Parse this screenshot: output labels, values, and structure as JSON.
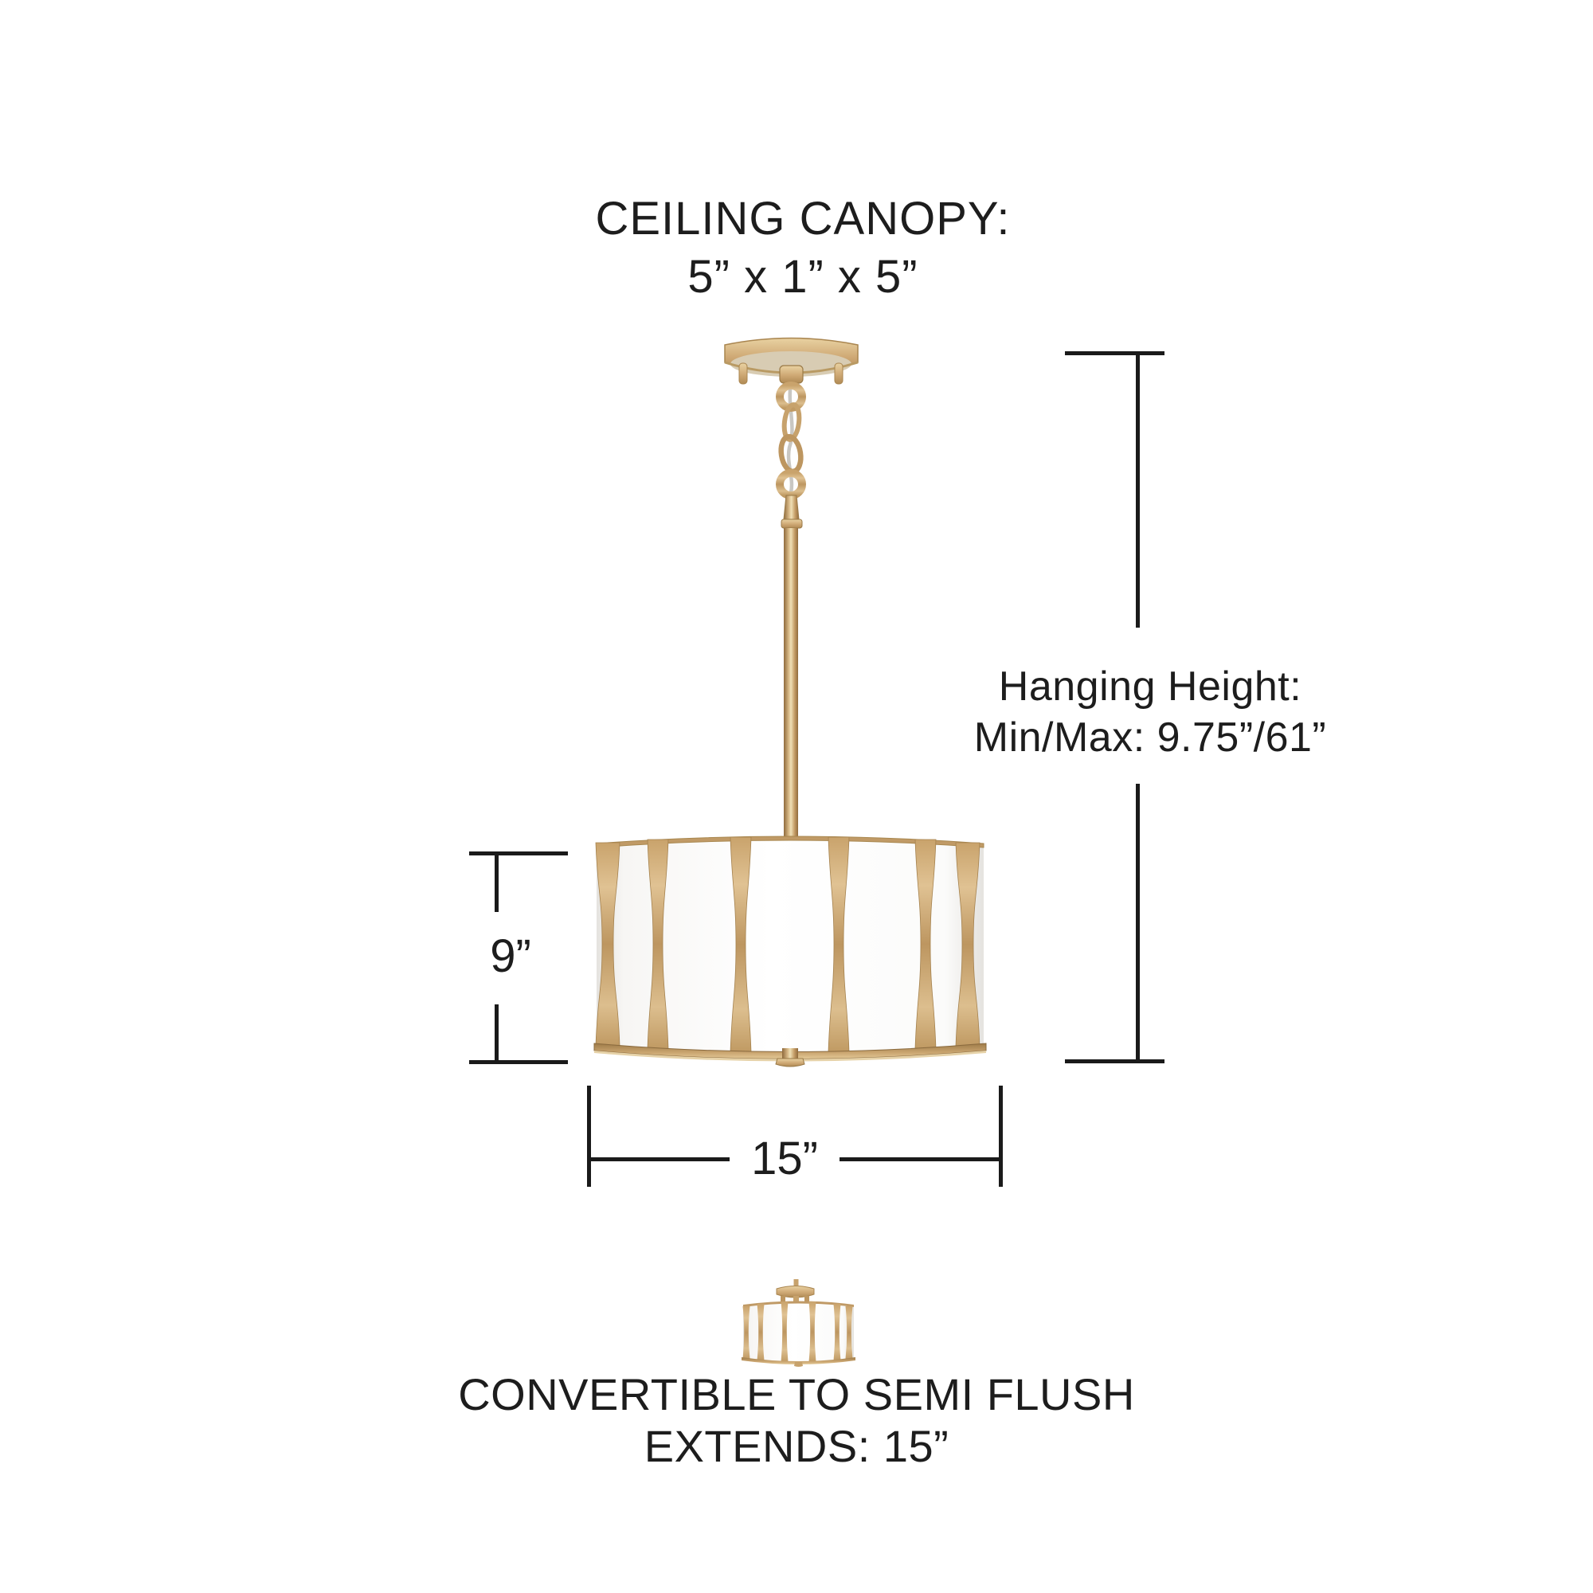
{
  "title_block": {
    "line1": "CEILING CANOPY:",
    "line2": "5” x 1” x 5”"
  },
  "hanging_height": {
    "line1": "Hanging Height:",
    "line2": "Min/Max: 9.75”/61”"
  },
  "dimensions": {
    "shade_height": "9”",
    "shade_width": "15”"
  },
  "footer": {
    "line1": "CONVERTIBLE TO SEMI FLUSH",
    "line2": "EXTENDS: 15”"
  },
  "colors": {
    "background": "#ffffff",
    "text": "#1d1d1d",
    "dimension_line": "#1a1a1a",
    "brass": "#c7a26c",
    "brass_light": "#e9d2a2",
    "brass_dark": "#9a7a47",
    "shade_white": "#fdfdfd",
    "canopy_underside": "#d8ccb3",
    "cord_silver": "#c9c7c2"
  }
}
